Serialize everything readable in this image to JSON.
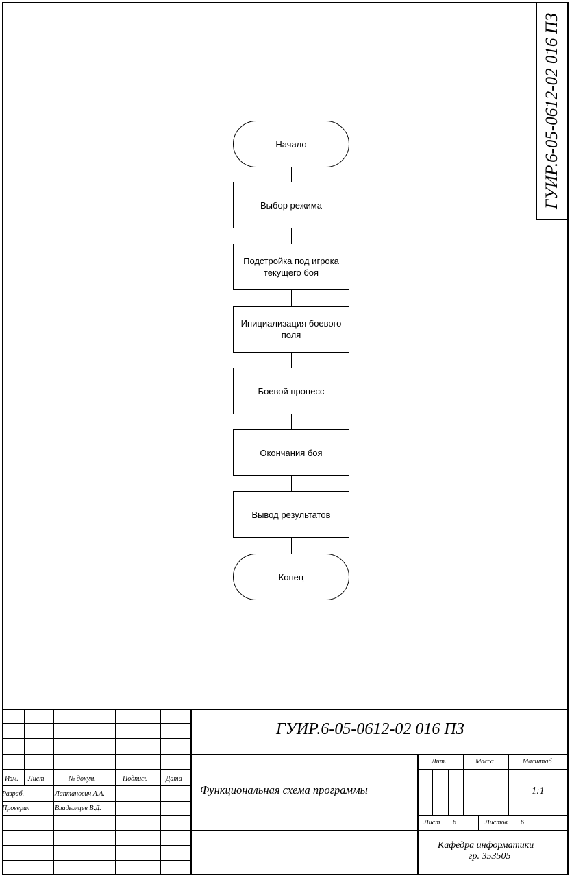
{
  "stamp_code": "ГУИР.6-05-0612-02 016 ПЗ",
  "flowchart": {
    "start": "Начало",
    "steps": [
      "Выбор режима",
      "Подстройка под игрока текущего боя",
      "Инициализация боевого поля",
      "Боевой процесс",
      "Окончания боя",
      "Вывод результатов"
    ],
    "end": "Конец"
  },
  "title_block": {
    "doc_code": "ГУИР.6-05-0612-02 016 ПЗ",
    "headers": {
      "izm": "Изм.",
      "list": "Лист",
      "doc_no": "№ докум.",
      "signature": "Подпись",
      "date": "Дата"
    },
    "roles": {
      "developer_label": "Разраб.",
      "developer_name": "Лаптанович А.А.",
      "checker_label": "Проверил",
      "checker_name": "Владымцев В.Д."
    },
    "document_title": "Функциональная схема программы",
    "lit_label": "Лит.",
    "mass_label": "Масса",
    "scale_label": "Масштаб",
    "scale_value": "1:1",
    "sheet_label": "Лист",
    "sheet_value": "6",
    "sheets_label": "Листов",
    "sheets_value": "6",
    "department": "Кафедра информатики",
    "group": "гр. 353505"
  }
}
